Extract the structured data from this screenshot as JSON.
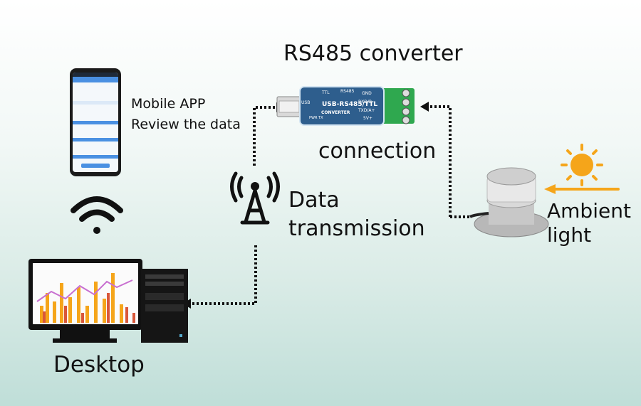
{
  "title": "RS485 converter",
  "labels": {
    "mobile_app_line1": "Mobile APP",
    "mobile_app_line2": "Review the data",
    "connection": "connection",
    "data_line1": "Data",
    "data_line2": "transmission",
    "ambient_line1": "Ambient",
    "ambient_line2": "light",
    "desktop": "Desktop"
  },
  "converter": {
    "main_text": "USB-RS485/TTL",
    "sub_text": "CONVERTER",
    "ttl_tag": "TTL",
    "rs485_tag": "RS485",
    "usb_tag": "USB",
    "power_tag": "PWR TX",
    "pins": [
      "GND",
      "RXD/B-",
      "TXD/A+",
      "5V+"
    ]
  },
  "colors": {
    "accent_orange": "#f5a51a",
    "dotted_line": "#111111",
    "converter_blue": "#2e5e8d",
    "terminal_green": "#2fa84f"
  },
  "icons": [
    "phone-icon",
    "wifi-icon",
    "antenna-icon",
    "usb-converter-icon",
    "light-sensor-icon",
    "sun-icon",
    "desktop-computer-icon"
  ]
}
